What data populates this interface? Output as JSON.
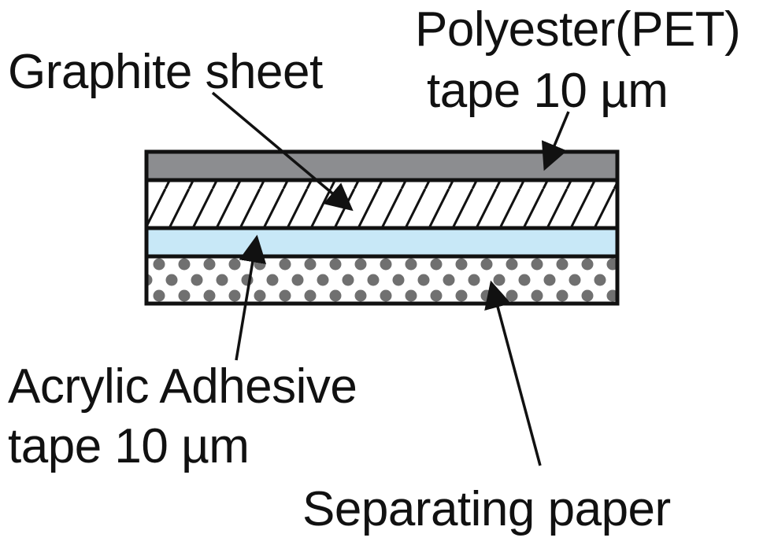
{
  "labels": {
    "pet_line1": "Polyester(PET)",
    "pet_line2": "tape 10 µm",
    "graphite": "Graphite sheet",
    "acrylic_line1": "Acrylic Adhesive",
    "acrylic_line2": "tape 10 µm",
    "separating": "Separating paper"
  },
  "layers": [
    {
      "name": "pet-layer",
      "fill": "#8c8d90"
    },
    {
      "name": "graphite-layer",
      "fill": "hatch"
    },
    {
      "name": "adhesive-layer",
      "fill": "#c8e8f7"
    },
    {
      "name": "paper-layer",
      "fill": "dots"
    }
  ],
  "colors": {
    "outline": "#111111",
    "pet": "#8c8d90",
    "adhesive": "#c8e8f7",
    "dot": "#707070"
  }
}
